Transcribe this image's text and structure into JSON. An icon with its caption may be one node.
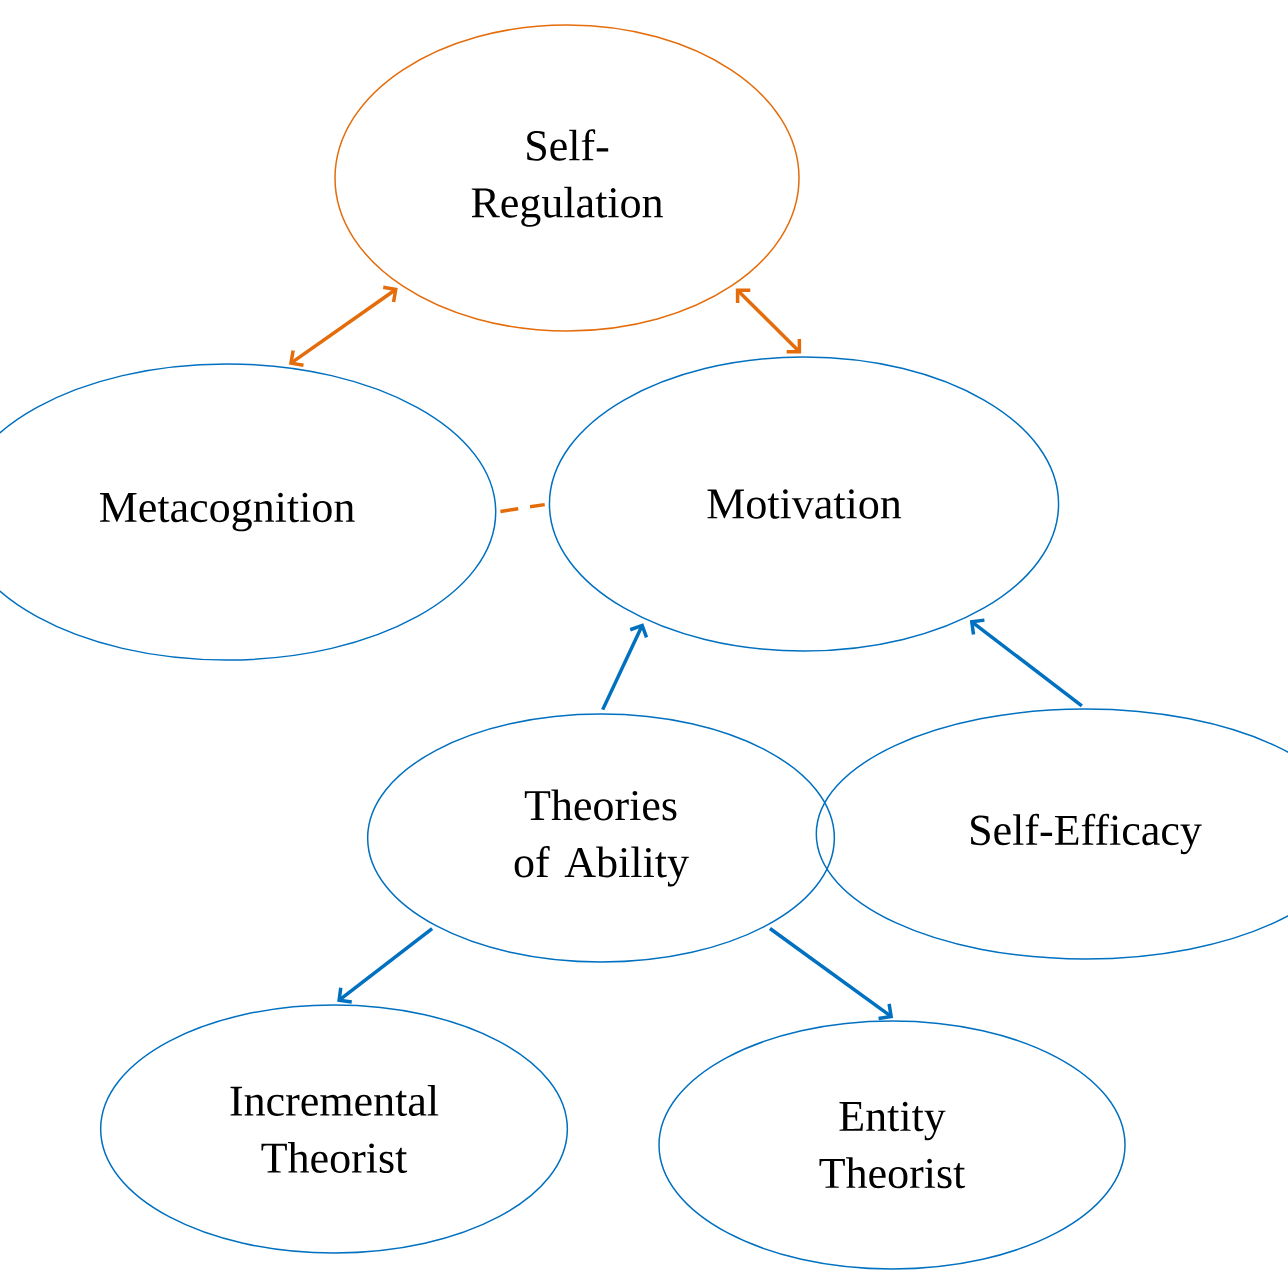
{
  "diagram": {
    "nodes": [
      {
        "text": [
          "Self-Regulation"
        ]
      },
      {
        "text": [
          "Metacognition"
        ]
      },
      {
        "text": [
          "Motivation"
        ]
      },
      {
        "text": [
          "Theories of Ability"
        ]
      },
      {
        "text": [
          "Self-Efficacy"
        ]
      },
      {
        "text": [
          "Incremental Theorist"
        ]
      },
      {
        "text": [
          "Entity Theorist"
        ]
      }
    ],
    "edges": [
      {
        "from": 0,
        "to": 1,
        "arrow": "both",
        "color": "#e46c0a"
      },
      {
        "from": 0,
        "to": 2,
        "arrow": "both",
        "color": "#e46c0a"
      },
      {
        "from": 1,
        "to": 2,
        "arrow": "none",
        "style": "dashed",
        "color": "#e46c0a"
      },
      {
        "from": 3,
        "to": 2,
        "arrow": "to"
      },
      {
        "from": 4,
        "to": 2,
        "arrow": "to"
      },
      {
        "from": 3,
        "to": 5,
        "arrow": "to"
      },
      {
        "from": 3,
        "to": 6,
        "arrow": "to"
      }
    ]
  }
}
